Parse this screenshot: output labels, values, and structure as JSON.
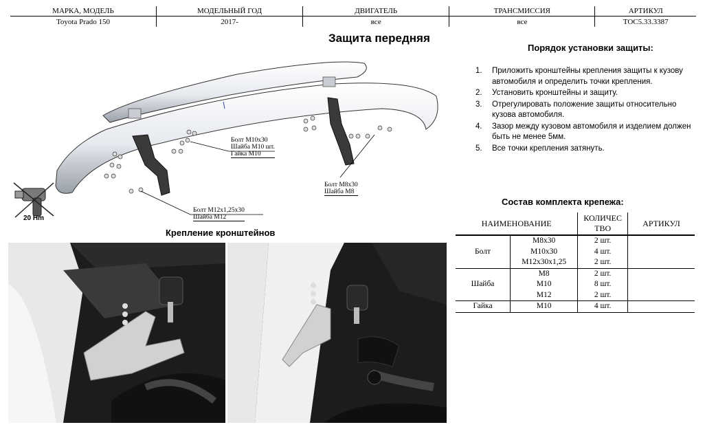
{
  "header": {
    "columns": [
      "МАРКА, МОДЕЛЬ",
      "МОДЕЛЬНЫЙ ГОД",
      "ДВИГАТЕЛЬ",
      "ТРАНСМИССИЯ",
      "АРТИКУЛ"
    ],
    "values": [
      "Toyota Prado 150",
      "2017-",
      "все",
      "все",
      "TOC5.33.3387"
    ]
  },
  "title": "Защита передняя",
  "drawing": {
    "label_m10": [
      "Болт М10х30",
      "Шайба М10 шт.",
      "Гайка М10"
    ],
    "label_m8": [
      "Болт М8х30",
      "Шайба М8"
    ],
    "label_m12": [
      "Болт М12х1,25х30",
      "Шайба М12"
    ],
    "torque": "20 Нm"
  },
  "steps": {
    "title": "Порядок установки защиты:",
    "items": [
      {
        "num": "1.",
        "text": "Приложить кронштейны крепления защиты к кузову автомобиля и определить точки крепления."
      },
      {
        "num": "2.",
        "text": "Установить кронштейны и защиту."
      },
      {
        "num": "3.",
        "text": "Отрегулировать положение защиты относительно кузова автомобиля."
      },
      {
        "num": "4.",
        "text": "Зазор между кузовом автомобиля и изделием должен быть не менее 5мм."
      },
      {
        "num": "5.",
        "text": "Все точки крепления затянуть."
      }
    ]
  },
  "brackets_title": "Крепление кронштейнов",
  "kit": {
    "title": "Состав комплекта крепежа:",
    "headers": [
      "НАИМЕНОВАНИЕ",
      "КОЛИЧЕС ТВО",
      "АРТИКУЛ"
    ],
    "groups": [
      {
        "name": "Болт",
        "rows": [
          [
            "М8х30",
            "2 шт."
          ],
          [
            "М10х30",
            "4 шт."
          ],
          [
            "М12х30х1,25",
            "2 шт."
          ]
        ]
      },
      {
        "name": "Шайба",
        "rows": [
          [
            "М8",
            "2 шт."
          ],
          [
            "М10",
            "8 шт."
          ],
          [
            "М12",
            "2 шт."
          ]
        ]
      },
      {
        "name": "Гайка",
        "rows": [
          [
            "М10",
            "4 шт."
          ]
        ]
      }
    ]
  }
}
